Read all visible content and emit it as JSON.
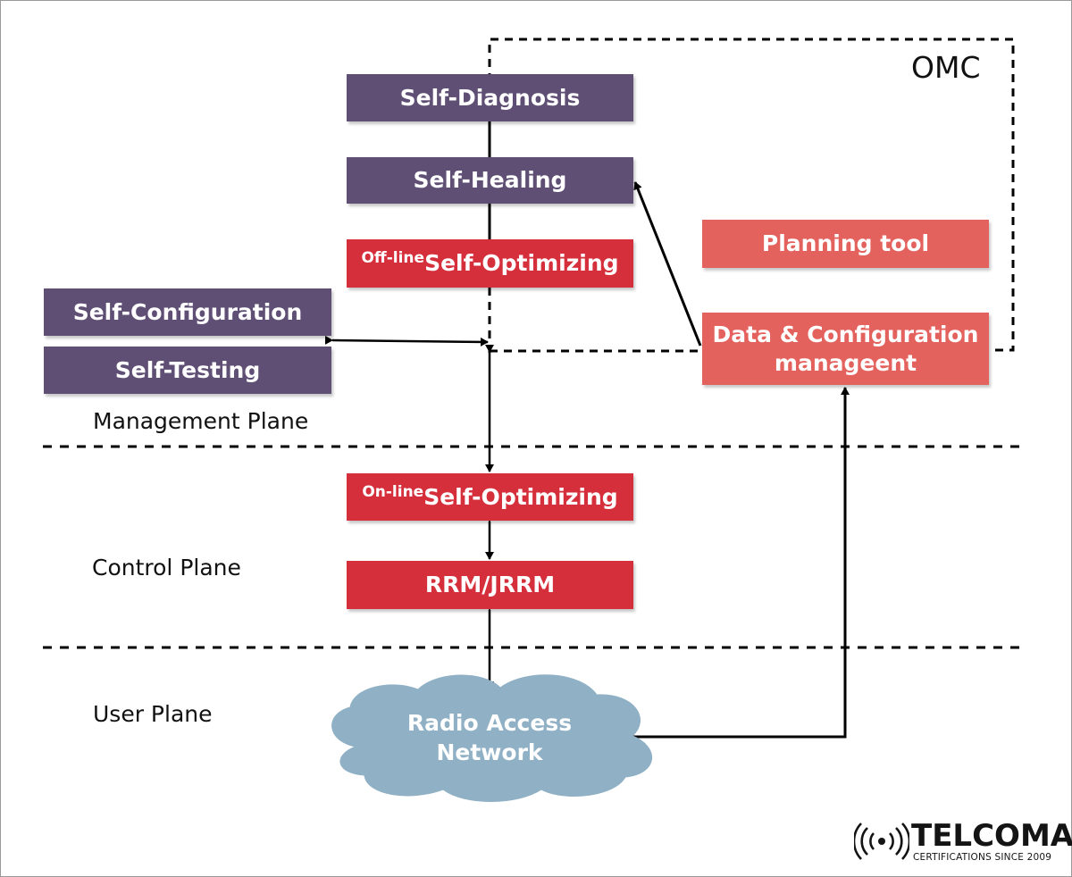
{
  "colors": {
    "management_box": "#5f4f74",
    "control_box": "#d62f3c",
    "omc_box": "#e4625d",
    "cloud": "#8fb0c5"
  },
  "omc": {
    "label": "OMC"
  },
  "boxes": {
    "self_diagnosis": "Self-Diagnosis",
    "self_healing": "Self-Healing",
    "offline_prefix": "Off-line",
    "offline_main": "Self-Optimizing",
    "self_configuration": "Self-Configuration",
    "self_testing": "Self-Testing",
    "planning_tool": "Planning tool",
    "data_config_line1": "Data & Configuration",
    "data_config_line2": "manageent",
    "online_prefix": "On-line",
    "online_main": "Self-Optimizing",
    "rrm": "RRM/JRRM"
  },
  "planes": {
    "management": "Management Plane",
    "control": "Control Plane",
    "user": "User Plane"
  },
  "cloud": {
    "line1": "Radio Access",
    "line2": "Network"
  },
  "logo": {
    "name": "TELCOMA",
    "tagline": "CERTIFICATIONS SINCE 2009",
    "icon": "signal-broadcast-icon"
  }
}
